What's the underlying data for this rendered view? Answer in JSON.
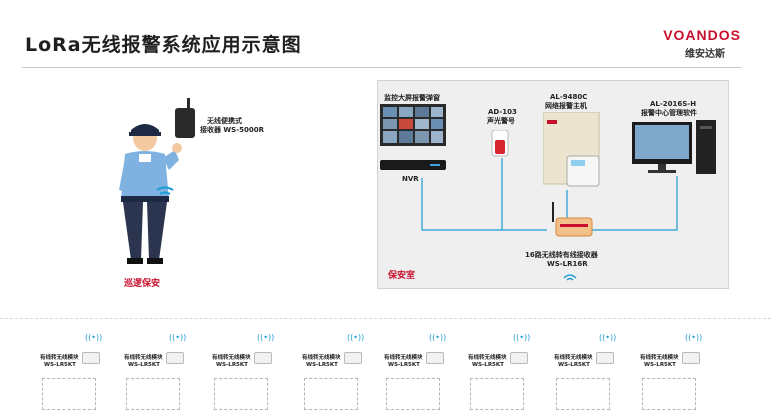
{
  "header": {
    "title": "LoRa无线报警系统应用示意图",
    "brand_name": "VOANDOS",
    "brand_sub": "维安达斯"
  },
  "guard": {
    "receiver_label_1": "无线便携式",
    "receiver_label_2": "接收器 WS-5000R",
    "caption": "巡逻保安"
  },
  "room": {
    "label": "保安室",
    "monitor_label": "监控大屏报警弹窗",
    "nvr_label": "NVR",
    "siren_label_1": "AD-103",
    "siren_label_2": "声光警号",
    "panel_label_1": "AL-9480C",
    "panel_label_2": "网络报警主机",
    "software_label_1": "AL-2016S-H",
    "software_label_2": "报警中心管理软件",
    "receiver_label_1": "16路无线转有线接收器",
    "receiver_label_2": "WS-LR16R"
  },
  "modules": [
    {
      "l1": "有线转无线模块",
      "l2": "WS-LR5KT"
    },
    {
      "l1": "有线转无线模块",
      "l2": "WS-LR5KT"
    },
    {
      "l1": "有线转无线模块",
      "l2": "WS-LR5KT"
    },
    {
      "l1": "有线转无线模块",
      "l2": "WS-LR5KT"
    },
    {
      "l1": "有线转无线模块",
      "l2": "WS-LR5KT"
    },
    {
      "l1": "有线转无线模块",
      "l2": "WS-LR5KT"
    },
    {
      "l1": "有线转无线模块",
      "l2": "WS-LR5KT"
    },
    {
      "l1": "有线转无线模块",
      "l2": "WS-LR5KT"
    }
  ],
  "colors": {
    "accent_red": "#c8102e",
    "link_blue": "#1f9bd7"
  }
}
